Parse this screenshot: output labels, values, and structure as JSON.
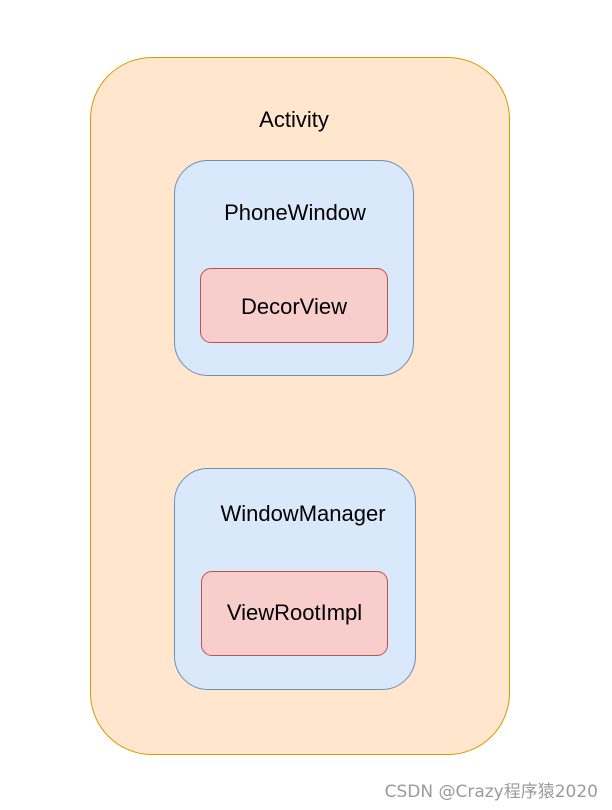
{
  "diagram": {
    "nodes": [
      {
        "id": "activity",
        "label": "Activity",
        "fill": "#ffe6cc",
        "stroke": "#d79b00"
      },
      {
        "id": "phonewindow",
        "label": "PhoneWindow",
        "fill": "#dae8fc",
        "stroke": "#6c8ebf",
        "parent": "activity"
      },
      {
        "id": "decorview",
        "label": "DecorView",
        "fill": "#f8cecc",
        "stroke": "#b85450",
        "parent": "phonewindow"
      },
      {
        "id": "windowmanager",
        "label": "WindowManager",
        "fill": "#dae8fc",
        "stroke": "#6c8ebf",
        "parent": "activity"
      },
      {
        "id": "viewrootimpl",
        "label": "ViewRootImpl",
        "fill": "#f8cecc",
        "stroke": "#b85450",
        "parent": "windowmanager"
      }
    ]
  },
  "watermark": "CSDN @Crazy程序猿2020"
}
